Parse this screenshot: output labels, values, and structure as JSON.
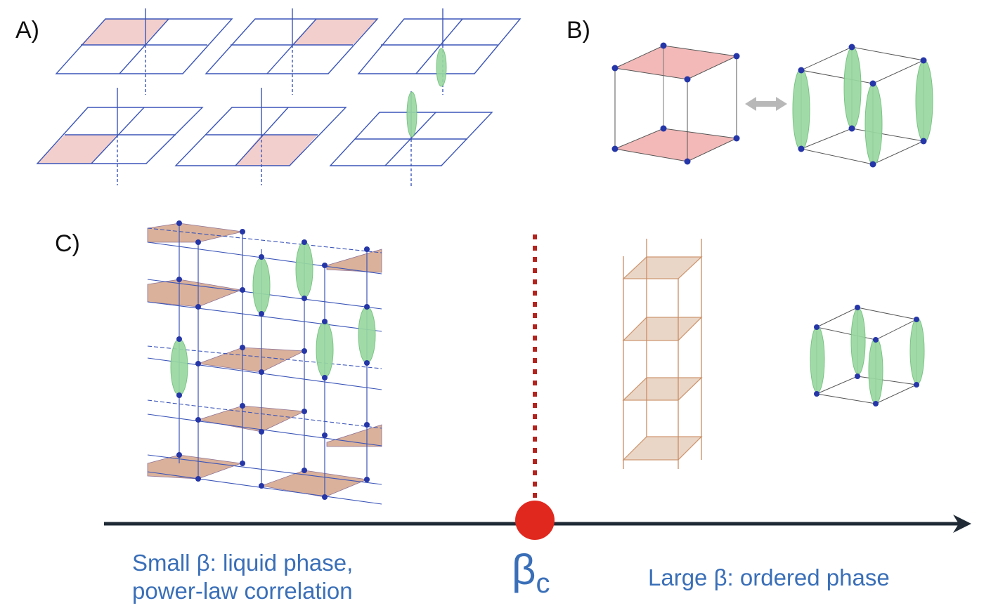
{
  "panels": {
    "a": "A)",
    "b": "B)",
    "c": "C)"
  },
  "axis": {
    "critical_symbol": "β",
    "critical_subscript": "c",
    "left_line1": "Small β: liquid phase,",
    "left_line2": "power-law correlation",
    "right_text": "Large β: ordered phase"
  },
  "colors": {
    "lattice_line": "#3b55b8",
    "plaquette_fill": "#f2cfcc",
    "bond_fill": "#98d8a0",
    "node": "#2536a8",
    "layer_plaquette": "#d9ad95",
    "tower_line": "#c98d63",
    "axis_line": "#1f2a36",
    "critical_point": "#e0281f",
    "dashed_critical": "#b5231f",
    "caption_text": "#3a6fb8",
    "arrow_gray": "#b8b8b8"
  }
}
